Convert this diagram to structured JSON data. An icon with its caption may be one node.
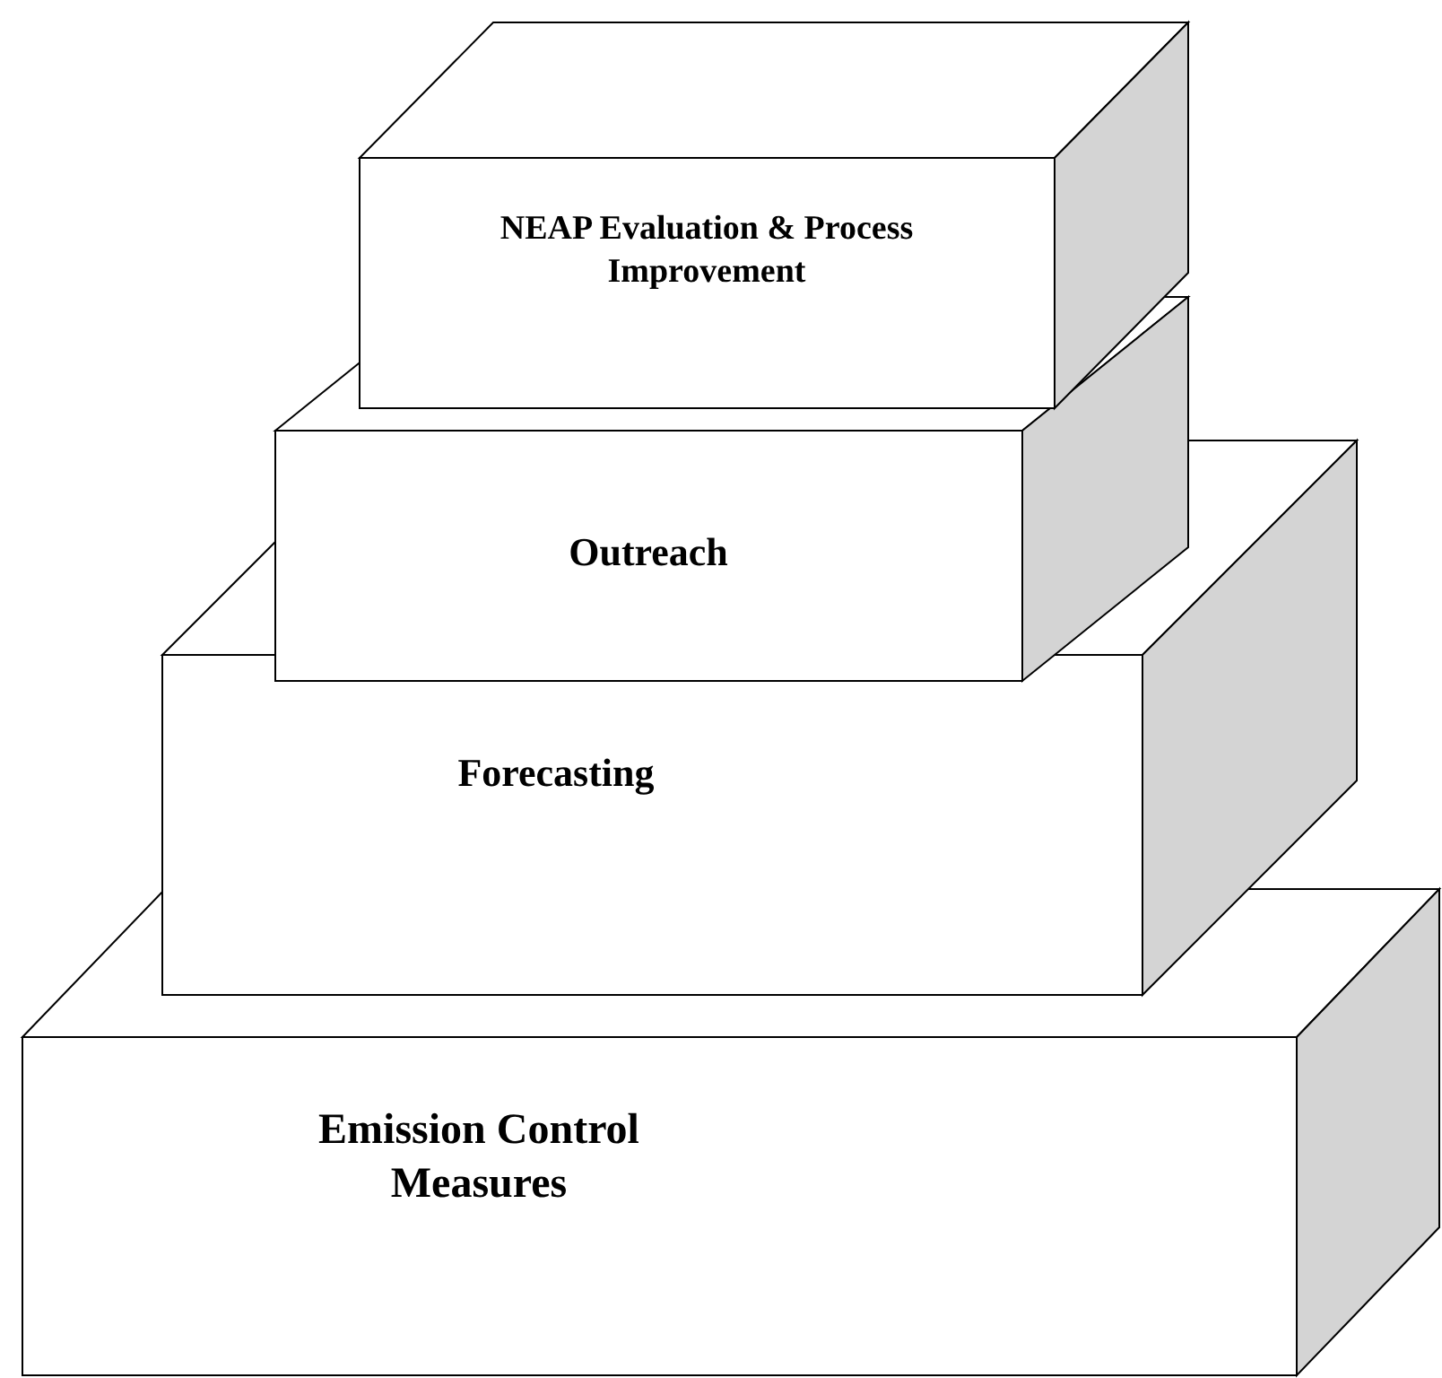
{
  "diagram": {
    "nodes": [
      {
        "text": [
          "NEAP Evaluation & Process Improvement"
        ]
      },
      {
        "text": [
          "Outreach"
        ]
      },
      {
        "text": [
          "Forecasting"
        ]
      },
      {
        "text": [
          "Emission Control Measures"
        ]
      }
    ]
  }
}
